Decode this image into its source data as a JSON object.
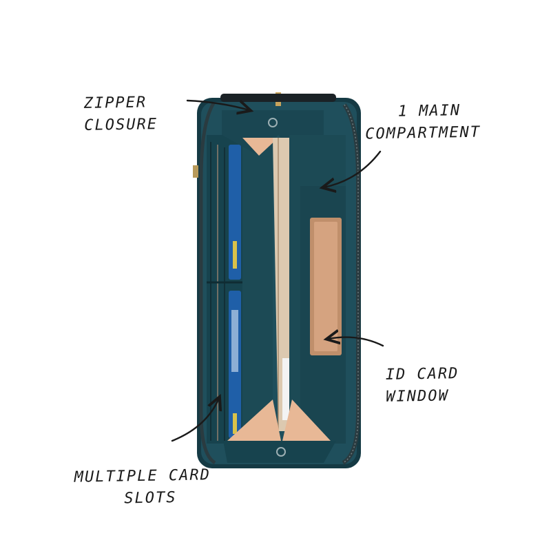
{
  "annotations": {
    "zipper": {
      "line1": "ZIPPER",
      "line2": "CLOSURE"
    },
    "main_compartment": {
      "line1": "1 MAIN",
      "line2": "COMPARTMENT"
    },
    "id_window": {
      "line1": "ID CARD",
      "line2": "WINDOW"
    },
    "card_slots": {
      "line1": "MULTIPLE CARD",
      "line2": "SLOTS"
    }
  },
  "colors": {
    "wallet_teal": "#1f4f5c",
    "wallet_dark": "#153a44",
    "interior_tan": "#e8b896",
    "divider_beige": "#dcc9b0",
    "card_blue": "#1f5fa8",
    "arrow": "#1a1a1a"
  }
}
